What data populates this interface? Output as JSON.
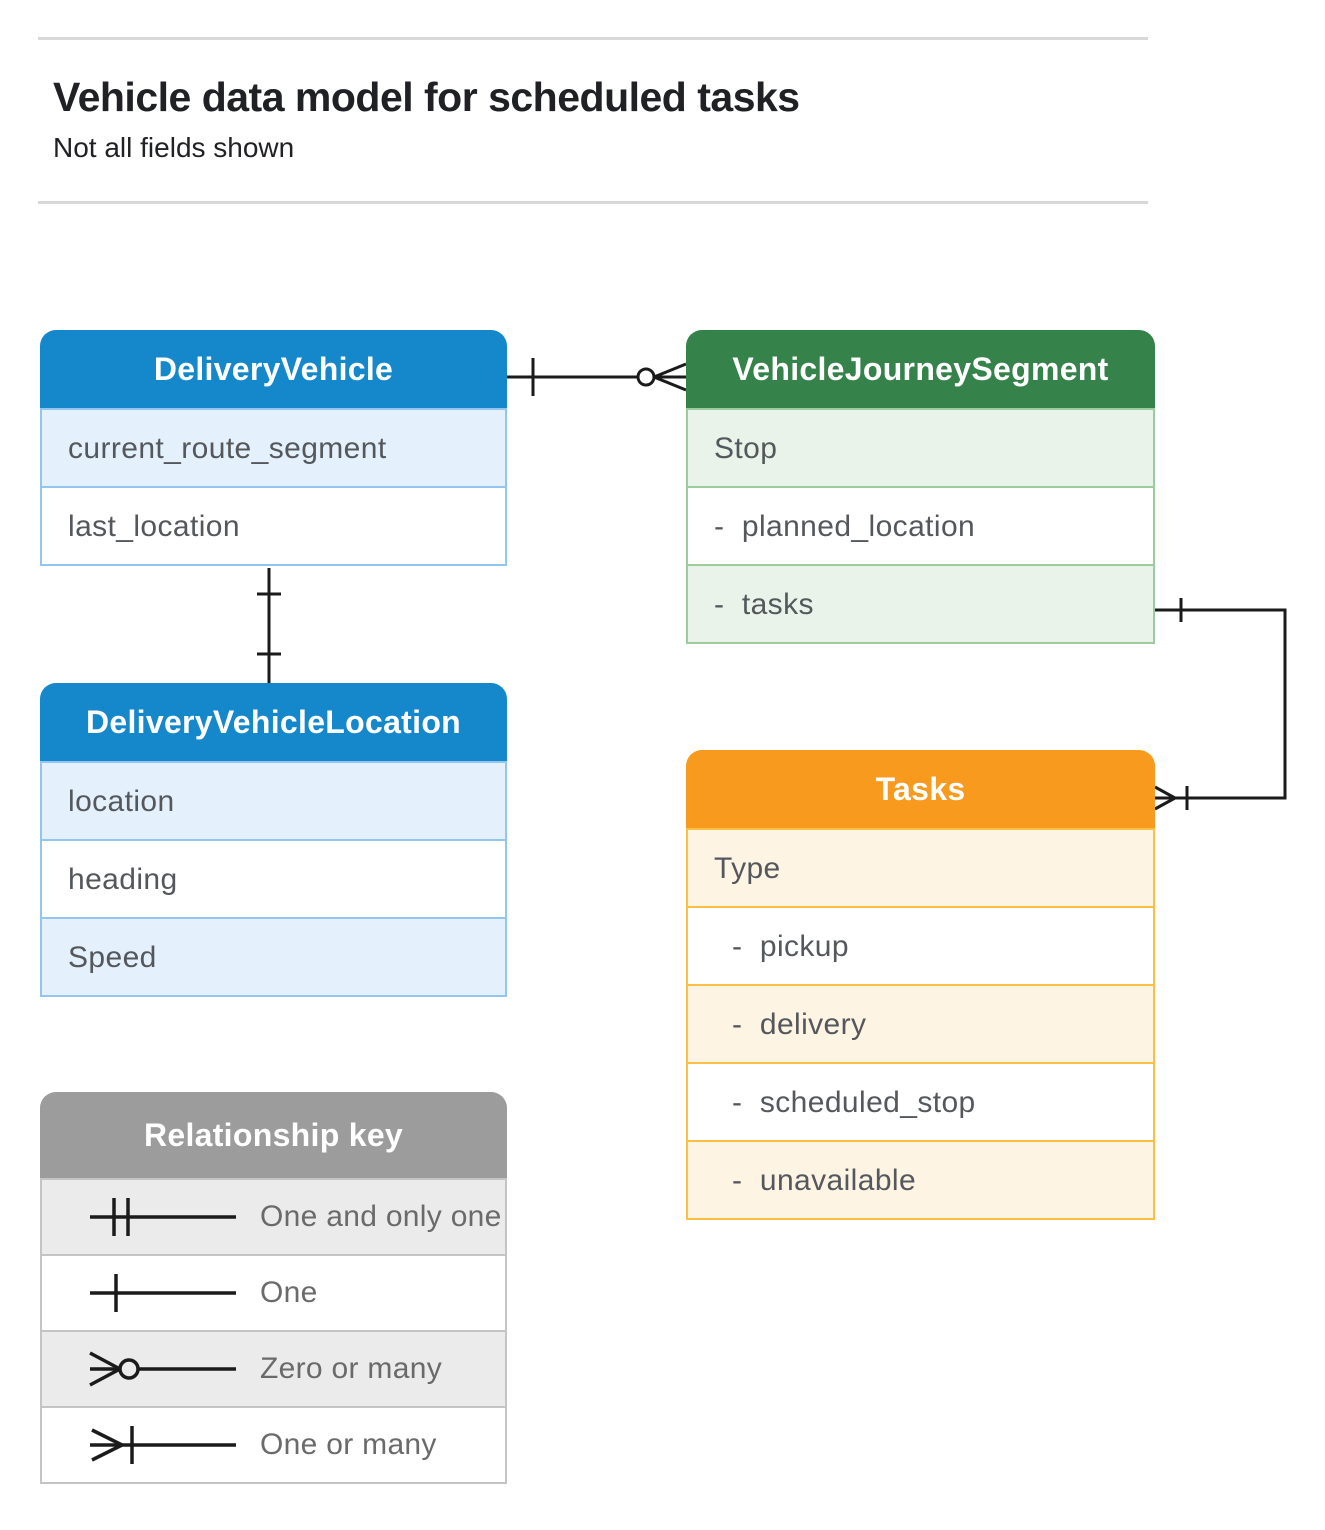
{
  "page": {
    "title": "Vehicle data model for scheduled tasks",
    "subtitle": "Not all fields shown"
  },
  "colors": {
    "blue": "#1588CB",
    "blue_light": "#E4F0FB",
    "blue_border": "#92C6F0",
    "green": "#35834B",
    "green_light": "#E9F3EA",
    "green_border": "#9CCB9F",
    "orange": "#F89A1D",
    "orange_light": "#FDF4E4",
    "orange_border": "#FBBF45",
    "gray": "#9C9C9C",
    "gray_light": "#EBEBEB",
    "gray_border": "#C4C4C4",
    "line": "#1B1B1B",
    "field_text": "#54585C",
    "key_text": "#6A6A6A",
    "title_text": "#202124",
    "rule": "#D8D8D8"
  },
  "entities": [
    {
      "title": "DeliveryVehicle",
      "fields": [
        "current_route_segment",
        "last_location"
      ]
    },
    {
      "title": "VehicleJourneySegment",
      "fields": [
        "Stop",
        "-  planned_location",
        "-  tasks"
      ]
    },
    {
      "title": "DeliveryVehicleLocation",
      "fields": [
        "location",
        "heading",
        "Speed"
      ]
    },
    {
      "title": "Tasks",
      "fields": [
        "Type",
        "-  pickup",
        "-  delivery",
        "-  scheduled_stop",
        "-  unavailable"
      ]
    }
  ],
  "legend": {
    "title": "Relationship key",
    "items": [
      {
        "label": "One and only one"
      },
      {
        "label": "One"
      },
      {
        "label": "Zero or many"
      },
      {
        "label": "One or many"
      }
    ]
  },
  "relationships": [
    {
      "from": "DeliveryVehicle",
      "to": "VehicleJourneySegment",
      "from_end": "one",
      "to_end": "zero-or-many"
    },
    {
      "from": "DeliveryVehicle",
      "to": "DeliveryVehicleLocation",
      "from_end": "one",
      "to_end": "one"
    },
    {
      "from": "VehicleJourneySegment.tasks",
      "to": "Tasks",
      "from_end": "one",
      "to_end": "one-or-many"
    }
  ]
}
